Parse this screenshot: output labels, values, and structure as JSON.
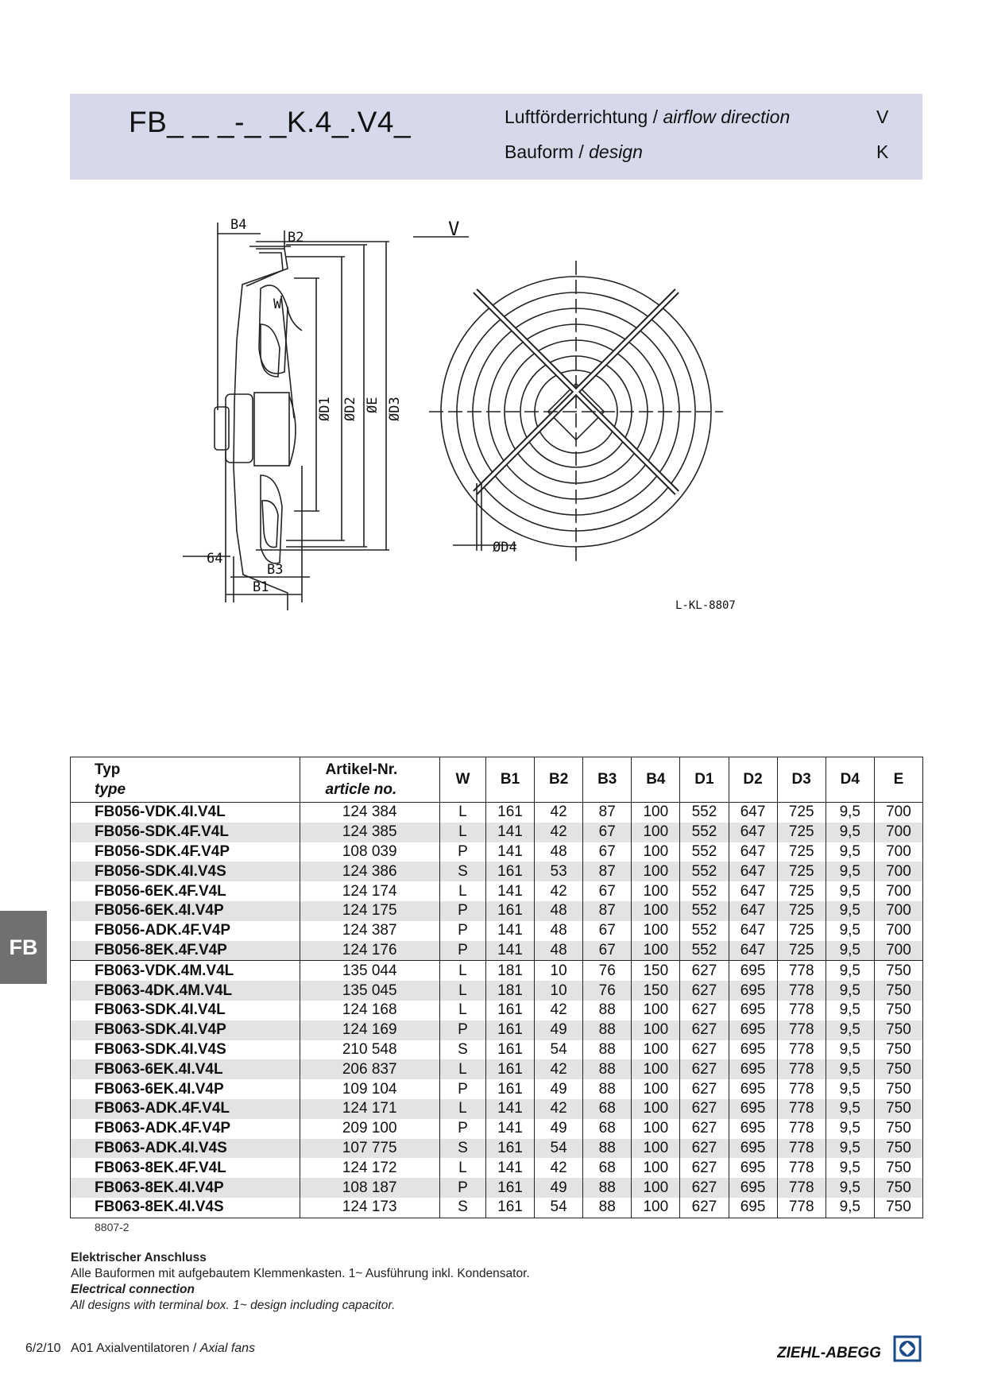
{
  "header": {
    "code": "FB_ _ _-_ _K.4_.V4_",
    "airflow_de": "Luftförderrichtung / ",
    "airflow_en": "airflow direction",
    "airflow_value": "V",
    "design_de": "Bauform  / ",
    "design_en": "design",
    "design_value": "K"
  },
  "drawing": {
    "labels": {
      "b4": "B4",
      "b2": "B2",
      "w": "W",
      "d1": "ØD1",
      "d2": "ØD2",
      "e": "ØE",
      "d3": "ØD3",
      "v": "V",
      "d4": "ØD4",
      "dim64": "64",
      "b3": "B3",
      "b1": "B1",
      "ref": "L-KL-8807"
    }
  },
  "table": {
    "headers": {
      "typ_de": "Typ",
      "typ_en": "type",
      "art_de": "Artikel-Nr.",
      "art_en": "article no.",
      "w": "W",
      "b1": "B1",
      "b2": "B2",
      "b3": "B3",
      "b4": "B4",
      "d1": "D1",
      "d2": "D2",
      "d3": "D3",
      "d4": "D4",
      "e": "E"
    },
    "rows": [
      {
        "type": "FB056-VDK.4I.V4L",
        "art": "124 384",
        "w": "L",
        "b1": "161",
        "b2": "42",
        "b3": "87",
        "b4": "100",
        "d1": "552",
        "d2": "647",
        "d3": "725",
        "d4": "9,5",
        "e": "700"
      },
      {
        "type": "FB056-SDK.4F.V4L",
        "art": "124 385",
        "w": "L",
        "b1": "141",
        "b2": "42",
        "b3": "67",
        "b4": "100",
        "d1": "552",
        "d2": "647",
        "d3": "725",
        "d4": "9,5",
        "e": "700"
      },
      {
        "type": "FB056-SDK.4F.V4P",
        "art": "108 039",
        "w": "P",
        "b1": "141",
        "b2": "48",
        "b3": "67",
        "b4": "100",
        "d1": "552",
        "d2": "647",
        "d3": "725",
        "d4": "9,5",
        "e": "700"
      },
      {
        "type": "FB056-SDK.4I.V4S",
        "art": "124 386",
        "w": "S",
        "b1": "161",
        "b2": "53",
        "b3": "87",
        "b4": "100",
        "d1": "552",
        "d2": "647",
        "d3": "725",
        "d4": "9,5",
        "e": "700"
      },
      {
        "type": "FB056-6EK.4F.V4L",
        "art": "124 174",
        "w": "L",
        "b1": "141",
        "b2": "42",
        "b3": "67",
        "b4": "100",
        "d1": "552",
        "d2": "647",
        "d3": "725",
        "d4": "9,5",
        "e": "700"
      },
      {
        "type": "FB056-6EK.4I.V4P",
        "art": "124 175",
        "w": "P",
        "b1": "161",
        "b2": "48",
        "b3": "87",
        "b4": "100",
        "d1": "552",
        "d2": "647",
        "d3": "725",
        "d4": "9,5",
        "e": "700"
      },
      {
        "type": "FB056-ADK.4F.V4P",
        "art": "124 387",
        "w": "P",
        "b1": "141",
        "b2": "48",
        "b3": "67",
        "b4": "100",
        "d1": "552",
        "d2": "647",
        "d3": "725",
        "d4": "9,5",
        "e": "700"
      },
      {
        "type": "FB056-8EK.4F.V4P",
        "art": "124 176",
        "w": "P",
        "b1": "141",
        "b2": "48",
        "b3": "67",
        "b4": "100",
        "d1": "552",
        "d2": "647",
        "d3": "725",
        "d4": "9,5",
        "e": "700"
      },
      {
        "type": "FB063-VDK.4M.V4L",
        "art": "135 044",
        "w": "L",
        "b1": "181",
        "b2": "10",
        "b3": "76",
        "b4": "150",
        "d1": "627",
        "d2": "695",
        "d3": "778",
        "d4": "9,5",
        "e": "750"
      },
      {
        "type": "FB063-4DK.4M.V4L",
        "art": "135 045",
        "w": "L",
        "b1": "181",
        "b2": "10",
        "b3": "76",
        "b4": "150",
        "d1": "627",
        "d2": "695",
        "d3": "778",
        "d4": "9,5",
        "e": "750"
      },
      {
        "type": "FB063-SDK.4I.V4L",
        "art": "124 168",
        "w": "L",
        "b1": "161",
        "b2": "42",
        "b3": "88",
        "b4": "100",
        "d1": "627",
        "d2": "695",
        "d3": "778",
        "d4": "9,5",
        "e": "750"
      },
      {
        "type": "FB063-SDK.4I.V4P",
        "art": "124 169",
        "w": "P",
        "b1": "161",
        "b2": "49",
        "b3": "88",
        "b4": "100",
        "d1": "627",
        "d2": "695",
        "d3": "778",
        "d4": "9,5",
        "e": "750"
      },
      {
        "type": "FB063-SDK.4I.V4S",
        "art": "210 548",
        "w": "S",
        "b1": "161",
        "b2": "54",
        "b3": "88",
        "b4": "100",
        "d1": "627",
        "d2": "695",
        "d3": "778",
        "d4": "9,5",
        "e": "750"
      },
      {
        "type": "FB063-6EK.4I.V4L",
        "art": "206 837",
        "w": "L",
        "b1": "161",
        "b2": "42",
        "b3": "88",
        "b4": "100",
        "d1": "627",
        "d2": "695",
        "d3": "778",
        "d4": "9,5",
        "e": "750"
      },
      {
        "type": "FB063-6EK.4I.V4P",
        "art": "109 104",
        "w": "P",
        "b1": "161",
        "b2": "49",
        "b3": "88",
        "b4": "100",
        "d1": "627",
        "d2": "695",
        "d3": "778",
        "d4": "9,5",
        "e": "750"
      },
      {
        "type": "FB063-ADK.4F.V4L",
        "art": "124 171",
        "w": "L",
        "b1": "141",
        "b2": "42",
        "b3": "68",
        "b4": "100",
        "d1": "627",
        "d2": "695",
        "d3": "778",
        "d4": "9,5",
        "e": "750"
      },
      {
        "type": "FB063-ADK.4F.V4P",
        "art": "209 100",
        "w": "P",
        "b1": "141",
        "b2": "49",
        "b3": "68",
        "b4": "100",
        "d1": "627",
        "d2": "695",
        "d3": "778",
        "d4": "9,5",
        "e": "750"
      },
      {
        "type": "FB063-ADK.4I.V4S",
        "art": "107 775",
        "w": "S",
        "b1": "161",
        "b2": "54",
        "b3": "88",
        "b4": "100",
        "d1": "627",
        "d2": "695",
        "d3": "778",
        "d4": "9,5",
        "e": "750"
      },
      {
        "type": "FB063-8EK.4F.V4L",
        "art": "124 172",
        "w": "L",
        "b1": "141",
        "b2": "42",
        "b3": "68",
        "b4": "100",
        "d1": "627",
        "d2": "695",
        "d3": "778",
        "d4": "9,5",
        "e": "750"
      },
      {
        "type": "FB063-8EK.4I.V4P",
        "art": "108 187",
        "w": "P",
        "b1": "161",
        "b2": "49",
        "b3": "88",
        "b4": "100",
        "d1": "627",
        "d2": "695",
        "d3": "778",
        "d4": "9,5",
        "e": "750"
      },
      {
        "type": "FB063-8EK.4I.V4S",
        "art": "124 173",
        "w": "S",
        "b1": "161",
        "b2": "54",
        "b3": "88",
        "b4": "100",
        "d1": "627",
        "d2": "695",
        "d3": "778",
        "d4": "9,5",
        "e": "750"
      }
    ],
    "note": "8807-2"
  },
  "notes": {
    "title_de": "Elektrischer Anschluss",
    "text_de": "Alle Bauformen mit aufgebautem Klemmenkasten. 1~ Ausführung inkl. Kondensator.",
    "title_en": "Electrical connection",
    "text_en": "All designs with terminal box. 1~ design including capacitor."
  },
  "side_tab": "FB",
  "footer": {
    "page": "6/2/10",
    "section_de": "A01 Axialventilatoren / ",
    "section_en": "Axial fans"
  },
  "logo_text": "ZIEHL-ABEGG"
}
